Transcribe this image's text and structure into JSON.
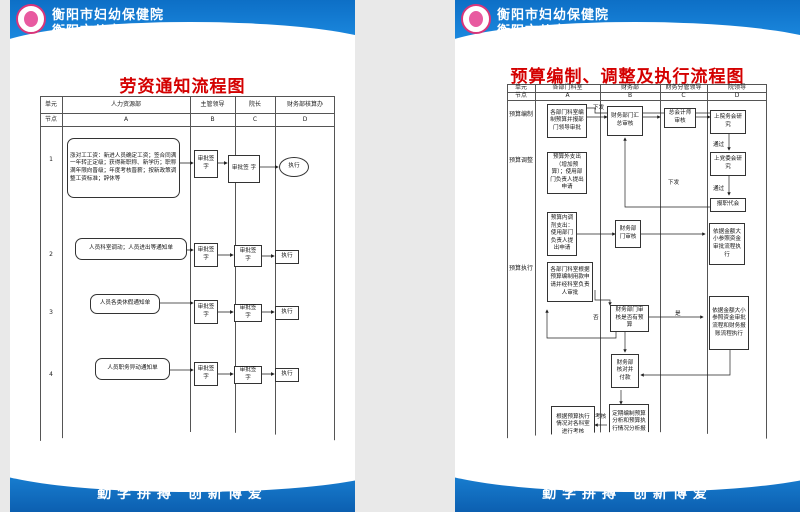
{
  "hospital": {
    "line1": "衡阳市妇幼保健院",
    "line2": "衡阳市儿童医院"
  },
  "motto": "勤学拼搏  创新博爱",
  "left": {
    "title": "劳资通知流程图",
    "headers": [
      "单元",
      "人力资源部",
      "主管领导",
      "院长",
      "财务部核算办"
    ],
    "sub": [
      "节点",
      "A",
      "B",
      "C",
      "D"
    ],
    "rows": [
      "1",
      "2",
      "3",
      "4"
    ],
    "boxes": {
      "r1": "涨对工工资：新进人员确定工资；签合同满一年转正定级；获得新职称、新学历；职称满年限向晋级；年度考核晋薪；按新政策调整工资标准；辞休等",
      "r2": "人员科室调动；人员进出等通知单",
      "r3": "人员各类休假通知单",
      "r4": "人员职务异动通知单",
      "approve": "审批签字",
      "approve2": "审批签 字",
      "exec": "执行"
    }
  },
  "right": {
    "title": "预算编制、调整及执行流程图",
    "headers": [
      "单元",
      "各部门科室",
      "财务部",
      "财务分管领导",
      "院领导"
    ],
    "sub": [
      "节点",
      "A",
      "B",
      "C",
      "D"
    ],
    "stages": [
      "预算编制",
      "预算调整",
      "预算执行"
    ],
    "boxes": {
      "a1": "各部门科室编制预算并报部门领导审批",
      "a2": "预算外支出（增加预算）；使用部门负责人提出申请",
      "a3": "预算内调剂支出：使用部门负责人提出申请",
      "a4": "各部门科室根据预算编制用款申请并经科室负责人审批",
      "a5": "根据预算执行情况对各科室进行考核",
      "b1": "财务部门汇总审核",
      "b2": "财务部门审核",
      "b3": "财务部门审核是否有预算",
      "b4": "财务部核对并付款",
      "b5": "定期编制预算分析和预算执行情况分析报告",
      "c1": "总会计师审核",
      "d1": "上院务会研究",
      "d2": "上党委会研究",
      "d3": "报职代会",
      "d4": "依据金额大小参照资金审批流程执行",
      "d5": "依据金额大小参照资金审批流程和财务报账流程执行"
    },
    "labels": {
      "issue1": "下发",
      "issue2": "下发",
      "pass1": "通过",
      "pass2": "通过",
      "no": "否",
      "yes": "是",
      "assess": "考核"
    }
  }
}
